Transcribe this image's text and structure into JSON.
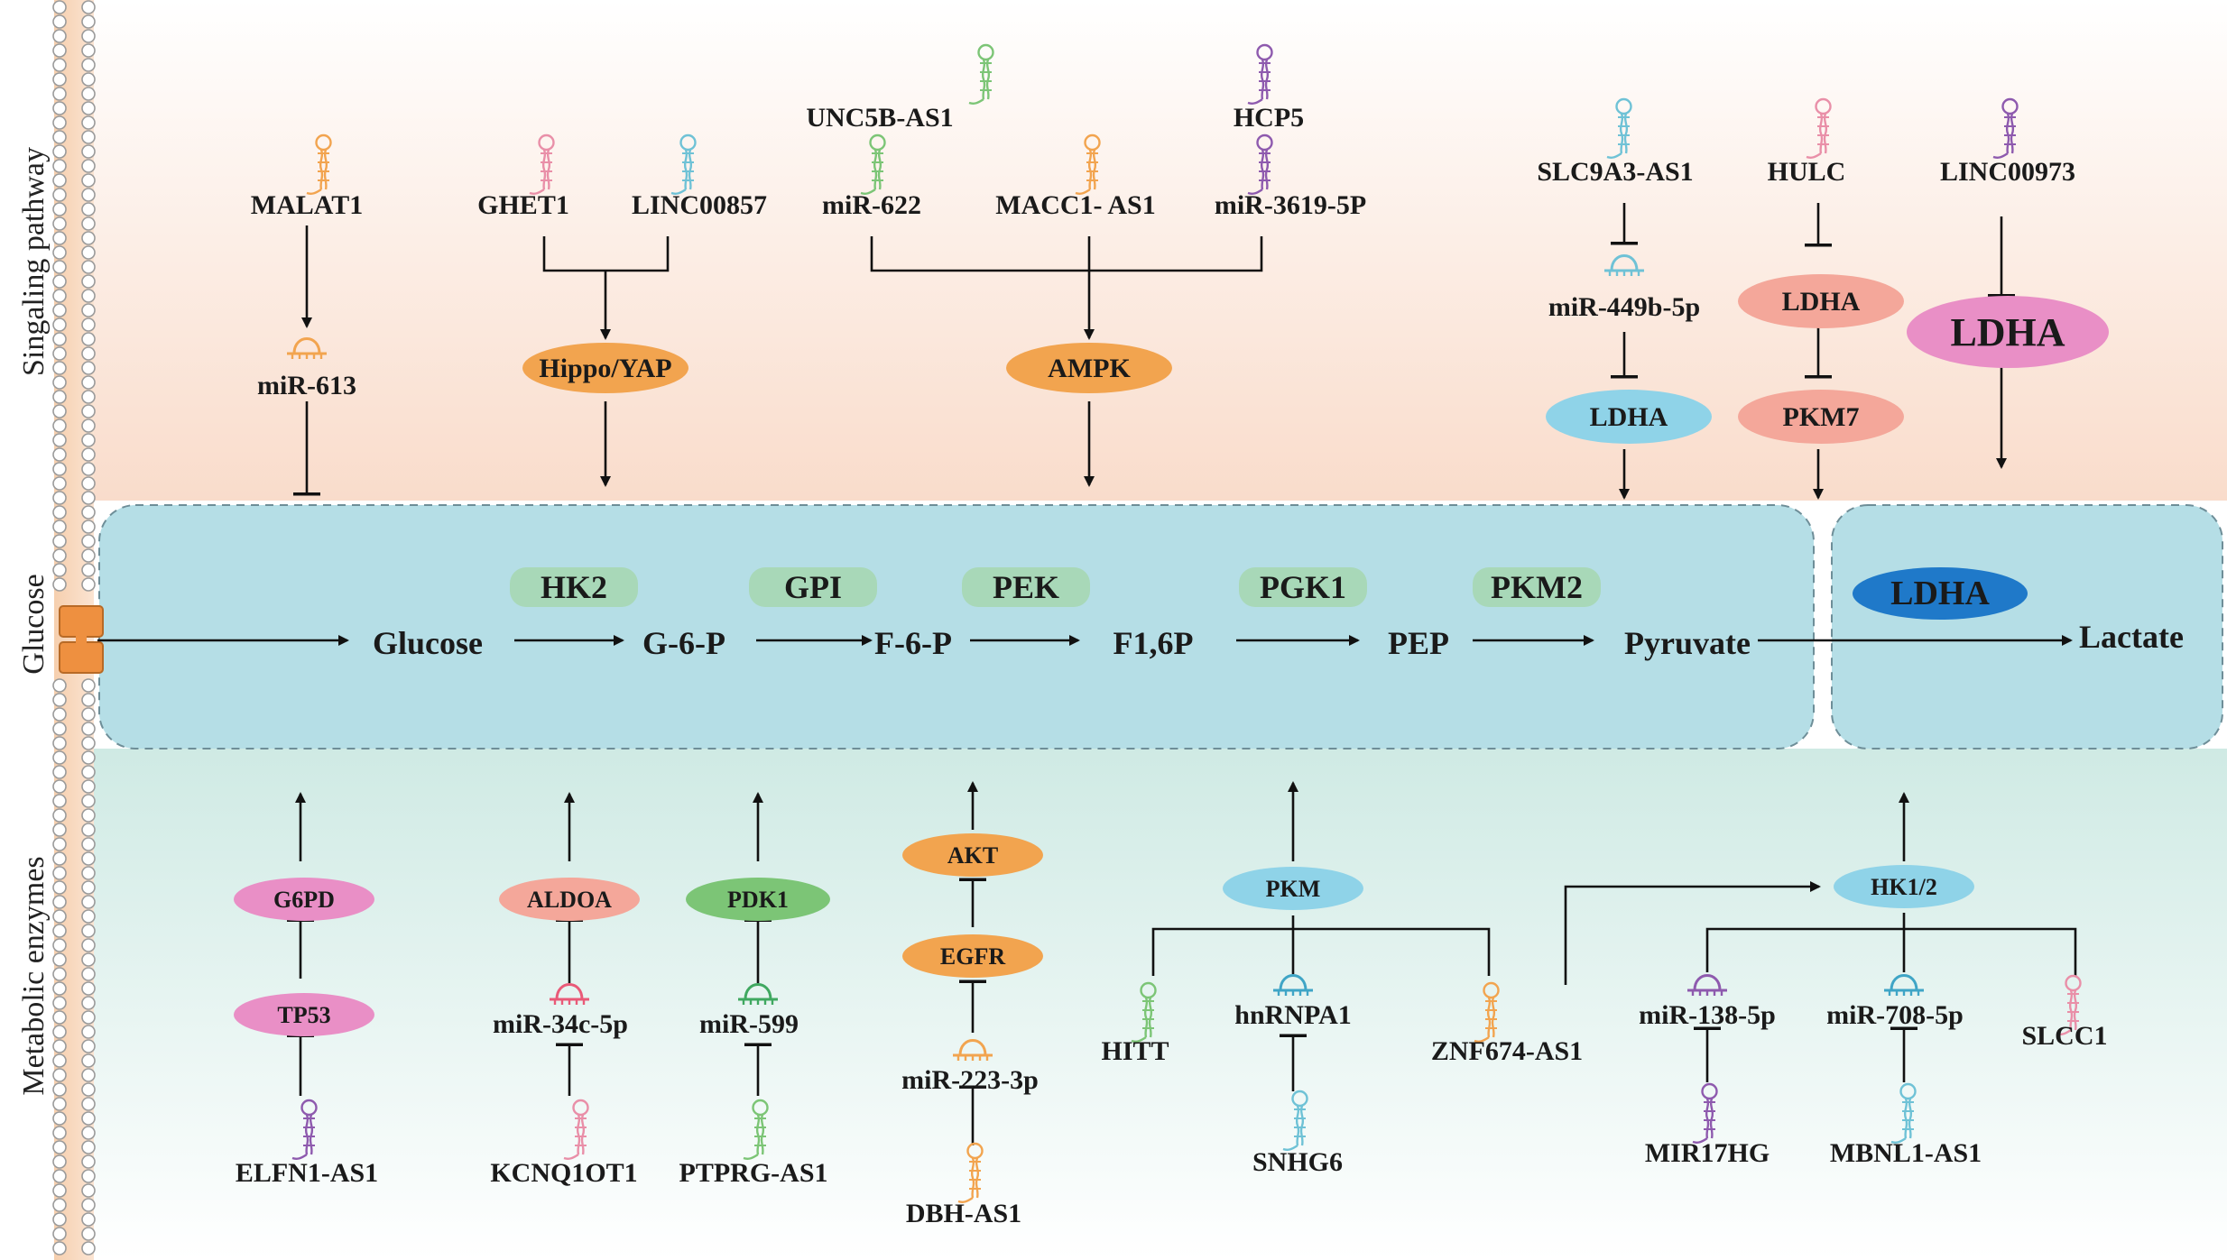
{
  "sections": {
    "top": "Singaling pathway",
    "middle": "Glucose",
    "bottom": "Metabolic enzymes"
  },
  "colors": {
    "orange": "#F2A44F",
    "pink": "#E98FC6",
    "salmon": "#F4A79A",
    "blue": "#8FD3E8",
    "deepblue": "#1F79C9",
    "green": "#7CC576",
    "enzyme": "#A8D8B8"
  },
  "pathway": {
    "metabolites": [
      "Glucose",
      "G-6-P",
      "F-6-P",
      "F1,6P",
      "PEP",
      "Pyruvate",
      "Lactate"
    ],
    "enzymes": [
      "HK2",
      "GPI",
      "PEK",
      "PGK1",
      "PKM2"
    ],
    "ldha_main": "LDHA"
  },
  "top": {
    "malat1": "MALAT1",
    "mir613": "miR-613",
    "ghet1": "GHET1",
    "linc00857": "LINC00857",
    "hippo": "Hippo/YAP",
    "unc5b": "UNC5B-AS1",
    "mir622": "miR-622",
    "macc1": "MACC1- AS1",
    "hcp5": "HCP5",
    "mir3619": "miR-3619-5P",
    "ampk": "AMPK",
    "slc9a3": "SLC9A3-AS1",
    "mir449": "miR-449b-5p",
    "ldha_blue": "LDHA",
    "hulc": "HULC",
    "ldha_salmon": "LDHA",
    "pkm7": "PKM7",
    "linc00973": "LINC00973",
    "ldha_big": "LDHA"
  },
  "bottom": {
    "g6pd": "G6PD",
    "tp53": "TP53",
    "elfn1": "ELFN1-AS1",
    "aldoa": "ALDOA",
    "mir34c": "miR-34c-5p",
    "kcnq1ot1": "KCNQ1OT1",
    "pdk1": "PDK1",
    "mir599": "miR-599",
    "ptprg": "PTPRG-AS1",
    "akt": "AKT",
    "egfr": "EGFR",
    "mir223": "miR-223-3p",
    "dbh": "DBH-AS1",
    "pkm": "PKM",
    "hitt": "HITT",
    "hnrnpa1": "hnRNPA1",
    "snhg6": "SNHG6",
    "znf674": "ZNF674-AS1",
    "hk12": "HK1/2",
    "mir138": "miR-138-5p",
    "mir17hg": "MIR17HG",
    "mir708": "miR-708-5p",
    "mbnl1": "MBNL1-AS1",
    "slcc1": "SLCC1"
  }
}
